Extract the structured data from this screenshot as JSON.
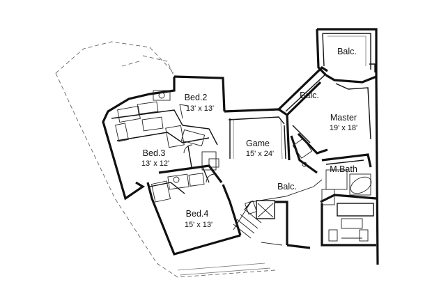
{
  "rooms": {
    "bed2": {
      "name": "Bed.2",
      "dims": "13' x 13'"
    },
    "bed3": {
      "name": "Bed.3",
      "dims": "13' x 12'"
    },
    "bed4": {
      "name": "Bed.4",
      "dims": "15' x 13'"
    },
    "game": {
      "name": "Game",
      "dims": "15' x 24'"
    },
    "master": {
      "name": "Master",
      "dims": "19' x 18'"
    },
    "mbath": {
      "name": "M.Bath"
    },
    "balc_top": {
      "name": "Balc."
    },
    "balc_master": {
      "name": "Balc."
    },
    "balc_lower": {
      "name": "Balc."
    }
  }
}
